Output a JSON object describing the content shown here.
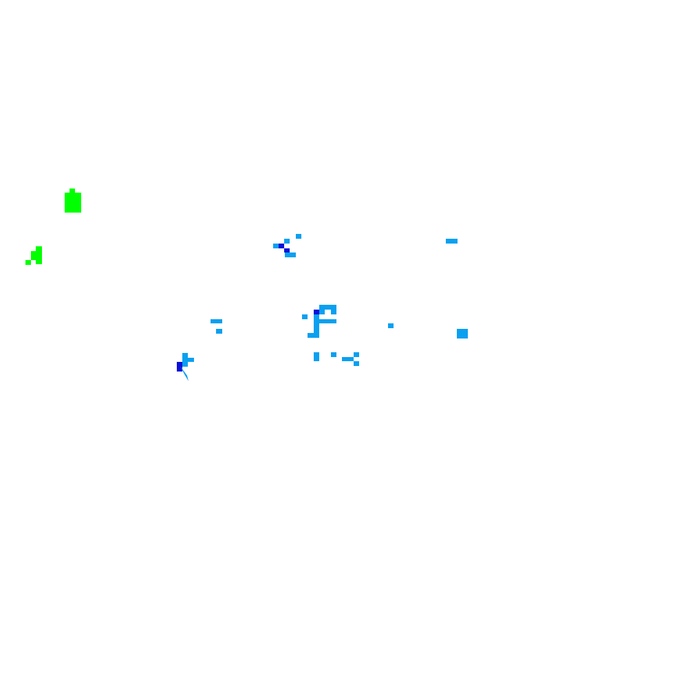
{
  "scene": {
    "background": "#ffffff",
    "colors": {
      "green": "#00ff00",
      "light_blue": "#0aa0f0",
      "dark_blue": "#0a10d8"
    },
    "clusters": [
      {
        "name": "green-cluster-upper",
        "color": "green"
      },
      {
        "name": "green-cluster-lower",
        "color": "green"
      },
      {
        "name": "blue-cluster-upper",
        "color": "light_blue"
      },
      {
        "name": "blue-cluster-right-upper",
        "color": "light_blue"
      },
      {
        "name": "blue-cluster-center",
        "color": "light_blue"
      },
      {
        "name": "blue-cluster-left",
        "color": "light_blue"
      },
      {
        "name": "blue-cluster-right",
        "color": "light_blue"
      }
    ]
  }
}
